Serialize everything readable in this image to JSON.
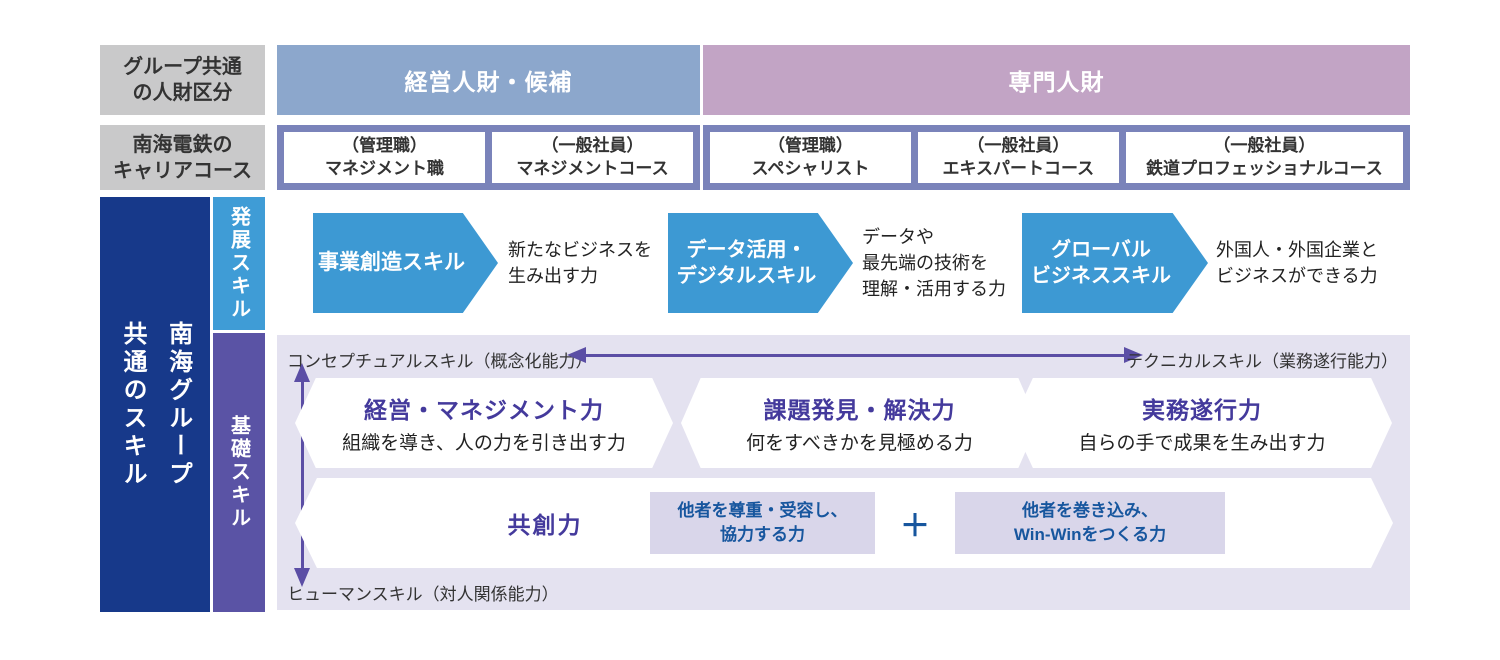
{
  "colors": {
    "management_band": "#8ca7cc",
    "specialist_band": "#c2a4c5",
    "career_container": "#7a83ba",
    "label_gray": "#c9c9ca",
    "sidebar_navy": "#17398a",
    "development_bar": "#3f9cd6",
    "base_bar": "#5a53a5",
    "dev_arrow_blue": "#3d99d3",
    "panel_lavender": "#e4e2f0",
    "component_box": "#d9d6ea",
    "axis_arrow_purple": "#5b4ea5",
    "skill_title_purple": "#443a9c",
    "component_text_blue": "#17569e"
  },
  "header": {
    "division_label": "グループ共通\nの人財区分",
    "divisions": [
      {
        "label": "経営人財・候補"
      },
      {
        "label": "専門人財"
      }
    ],
    "career_label": "南海電鉄の\nキャリアコース",
    "career_groups": [
      {
        "courses": [
          "（管理職）\nマネジメント職",
          "（一般社員）\nマネジメントコース"
        ]
      },
      {
        "courses": [
          "（管理職）\nスペシャリスト",
          "（一般社員）\nエキスパートコース",
          "（一般社員）\n鉄道プロフェッショナルコース"
        ]
      }
    ]
  },
  "sidebar": {
    "title": "南海グループ\n共通のスキル",
    "development_label": "発展スキル",
    "base_label": "基礎スキル"
  },
  "development_skills": [
    {
      "name": "事業創造スキル",
      "description": "新たなビジネスを\n生み出す力"
    },
    {
      "name": "データ活用・\nデジタルスキル",
      "description": "データや\n最先端の技術を\n理解・活用する力"
    },
    {
      "name": "グローバル\nビジネススキル",
      "description": "外国人・外国企業と\nビジネスができる力"
    }
  ],
  "base_skills": {
    "conceptual_label": "コンセプチュアルスキル（概念化能力）",
    "technical_label": "テクニカルスキル（業務遂行能力）",
    "human_label": "ヒューマンスキル（対人関係能力）",
    "skills": [
      {
        "title": "経営・マネジメント力",
        "description": "組織を導き、人の力を引き出す力"
      },
      {
        "title": "課題発見・解決力",
        "description": "何をすべきかを見極める力"
      },
      {
        "title": "実務遂行力",
        "description": "自らの手で成果を生み出す力"
      }
    ],
    "co_creation": {
      "title": "共創力",
      "plus": "＋",
      "components": [
        "他者を尊重・受容し、\n協力する力",
        "他者を巻き込み、\nWin-Winをつくる力"
      ]
    }
  }
}
